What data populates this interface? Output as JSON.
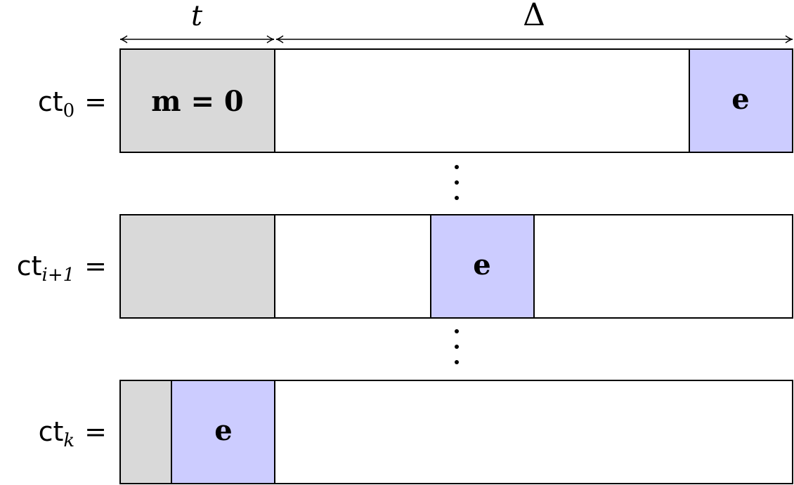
{
  "dimensions": {
    "t_label": "t",
    "delta_label": "Δ"
  },
  "rows": [
    {
      "ct": "ct",
      "sub": "0",
      "eq": "=",
      "m_label": "m = 0",
      "e_label": "e"
    },
    {
      "ct": "ct",
      "sub": "i+1",
      "eq": "=",
      "e_label": "e"
    },
    {
      "ct": "ct",
      "sub": "k",
      "eq": "=",
      "e_label": "e"
    }
  ],
  "colors": {
    "grey_fill": "#d9d9d9",
    "error_fill": "#ccccff",
    "stroke": "#000000",
    "white": "#ffffff"
  }
}
